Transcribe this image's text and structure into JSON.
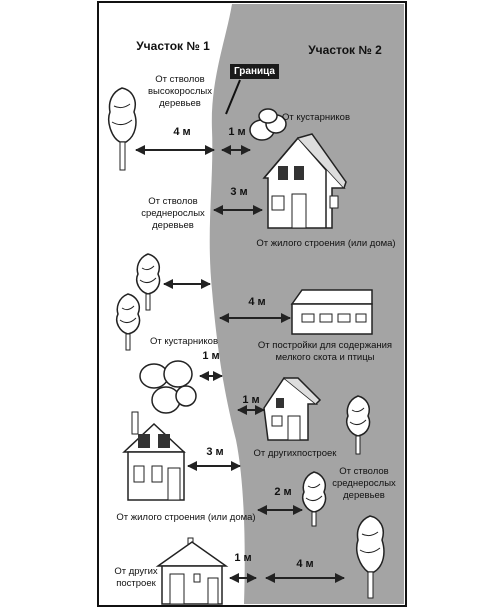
{
  "plots": {
    "left_title": "Участок № 1",
    "right_title": "Участок № 2",
    "boundary_label": "Граница"
  },
  "labels": {
    "tall_trees": "От стволов высокорослых деревьев",
    "shrubs_right": "От кустарников",
    "medium_trees_left": "От стволов среднерослых деревьев",
    "house_right": "От жилого строения (или дома)",
    "livestock_building": "От постройки для содержания мелкого скота и птицы",
    "shrubs_left": "От кустарников",
    "other_buildings_right": "От другихпостроек",
    "medium_trees_right": "От стволов среднерослых деревьев",
    "house_left": "От жилого строения (или дома)",
    "other_buildings_left": "От других построек"
  },
  "distances": {
    "tall_trees": "4 м",
    "shrubs_right": "1 м",
    "medium_trees_left": "3 м",
    "livestock_building": "4 м",
    "shrubs_left": "1 м",
    "other_buildings_right": "1 м",
    "house_left": "3 м",
    "medium_trees_right": "2 м",
    "other_buildings_left": "1 м",
    "bottom_right": "4 м"
  },
  "colors": {
    "right_plot": "#a4a4a4",
    "left_plot": "#ffffff",
    "frame": "#111111"
  }
}
